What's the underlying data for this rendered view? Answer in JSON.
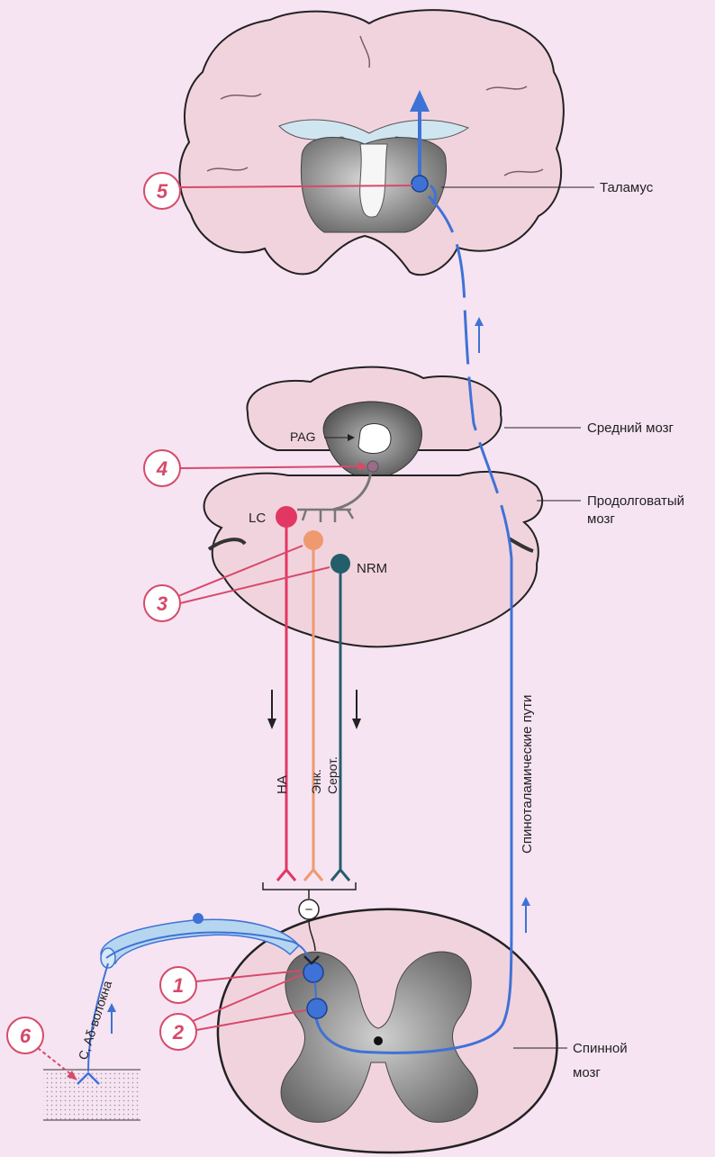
{
  "labels": {
    "thalamus": "Таламус",
    "midbrain": "Средний мозг",
    "medulla_line1": "Продолговатый",
    "medulla_line2": "мозг",
    "spinal_line1": "Спинной",
    "spinal_line2": "мозг",
    "pag": "PAG",
    "lc": "LC",
    "nrm": "NRM",
    "na": "НА",
    "enk": "Энк.",
    "serot": "Серот.",
    "spinothalamic": "Спиноталамические пути",
    "fibers": "C, Aδ-волокна",
    "inhibit": "−"
  },
  "markers": [
    "1",
    "2",
    "3",
    "4",
    "5",
    "6"
  ],
  "colors": {
    "background": "#f6e4f2",
    "tissue": "#f1d3de",
    "pathway_blue": "#3f72d6",
    "marker_red": "#d64a6a",
    "lc_red": "#e23762",
    "enk_orange": "#ee9a6e",
    "nrm_teal": "#245e6a",
    "gray_matter": "#8b8b8b"
  }
}
